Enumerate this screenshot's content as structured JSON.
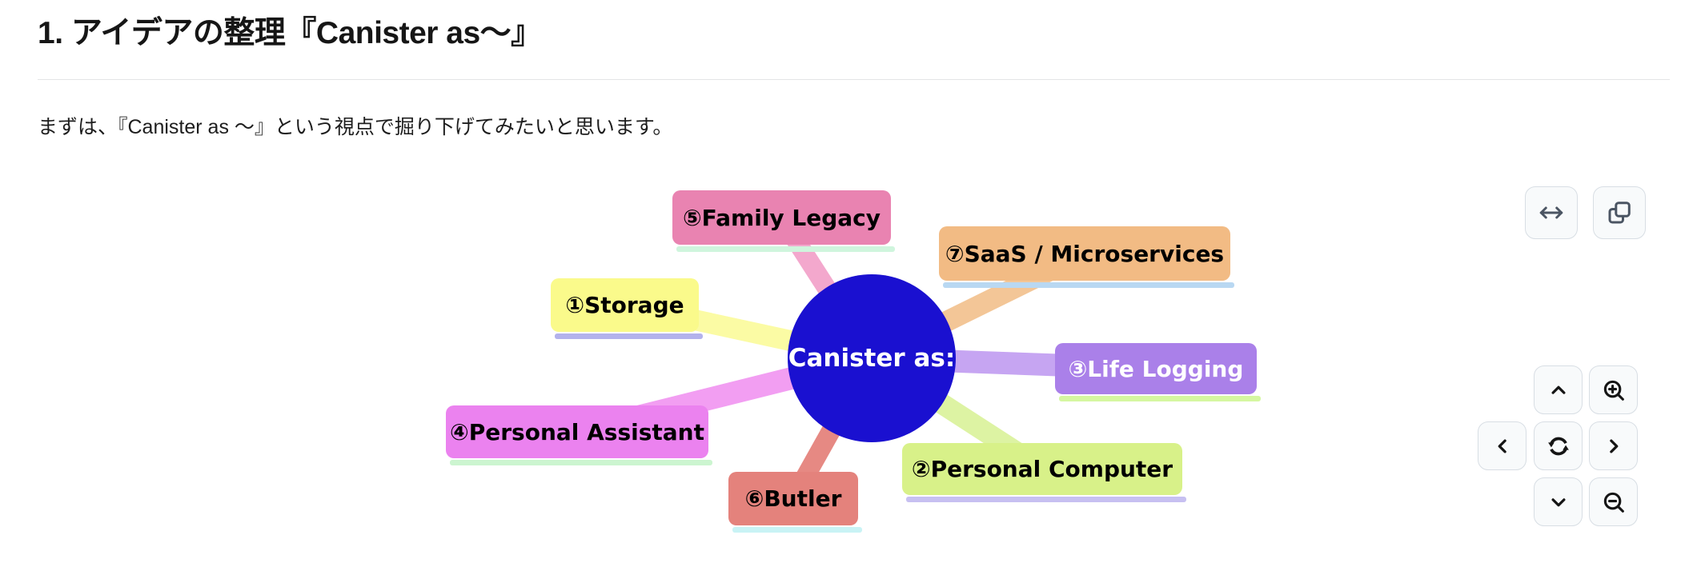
{
  "document": {
    "heading": "1. アイデアの整理『Canister as〜』",
    "intro": "まずは、『Canister as 〜』という視点で掘り下げてみたいと思います。"
  },
  "mindmap": {
    "type": "mindmap",
    "root": {
      "label": "Canister as:",
      "bg_color": "#1a10d0",
      "text_color": "#ffffff"
    },
    "nodes": [
      {
        "label": "①Storage",
        "bg_color": "#fafa8b",
        "text_color": "#000000",
        "underline_color": "#b3b2ec",
        "branch_color": "#fbfba4"
      },
      {
        "label": "②Personal Computer",
        "bg_color": "#d8f189",
        "text_color": "#000000",
        "underline_color": "#c7c0f1",
        "branch_color": "#ddf3a3"
      },
      {
        "label": "③Life Logging",
        "bg_color": "#aa80e9",
        "text_color": "#ffffff",
        "underline_color": "#d5f7a1",
        "branch_color": "#c6a5f2"
      },
      {
        "label": "④Personal Assistant",
        "bg_color": "#eb82ef",
        "text_color": "#000000",
        "underline_color": "#ccf5d0",
        "branch_color": "#f29ef2"
      },
      {
        "label": "⑤Family Legacy",
        "bg_color": "#e983b1",
        "text_color": "#000000",
        "underline_color": "#cff5dd",
        "branch_color": "#f3a8cd"
      },
      {
        "label": "⑥Butler",
        "bg_color": "#e4827c",
        "text_color": "#000000",
        "underline_color": "#c9f3f5",
        "branch_color": "#e68983"
      },
      {
        "label": "⑦SaaS / Microservices",
        "bg_color": "#f2bb84",
        "text_color": "#000000",
        "underline_color": "#b9d8f2",
        "branch_color": "#f3c697"
      }
    ]
  },
  "controls": {
    "top_right_icons": [
      "expand-horizontal-icon",
      "copy-icon"
    ],
    "pan_zoom_icons": [
      "chevron-up-icon",
      "zoom-in-icon",
      "chevron-left-icon",
      "refresh-icon",
      "chevron-right-icon",
      "chevron-down-icon",
      "zoom-out-icon"
    ],
    "button_bg_color": "#f8fafb",
    "button_border_color": "#d8dee4",
    "top_icon_color": "#4b5563",
    "pad_icon_color": "#151515"
  }
}
